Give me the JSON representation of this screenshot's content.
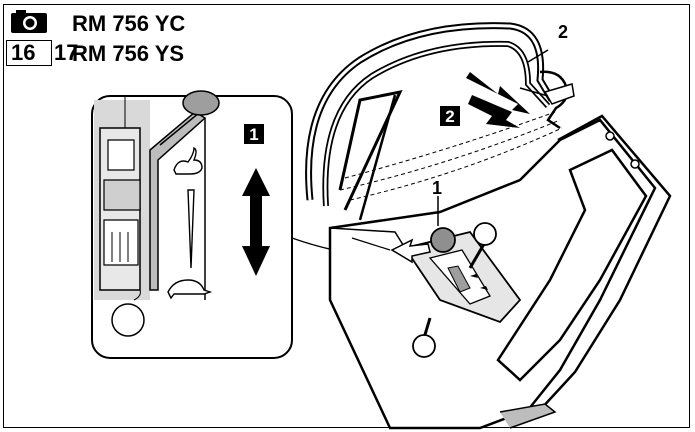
{
  "header": {
    "page_numbers": [
      "16",
      "17"
    ],
    "models": [
      "RM 756 YC",
      "RM 756 YS"
    ]
  },
  "illustration": {
    "callouts": [
      "1",
      "2"
    ],
    "steps": [
      "1",
      "2"
    ]
  },
  "icons": {
    "camera": "camera-icon",
    "fast": "rabbit-icon",
    "slow": "turtle-icon"
  }
}
